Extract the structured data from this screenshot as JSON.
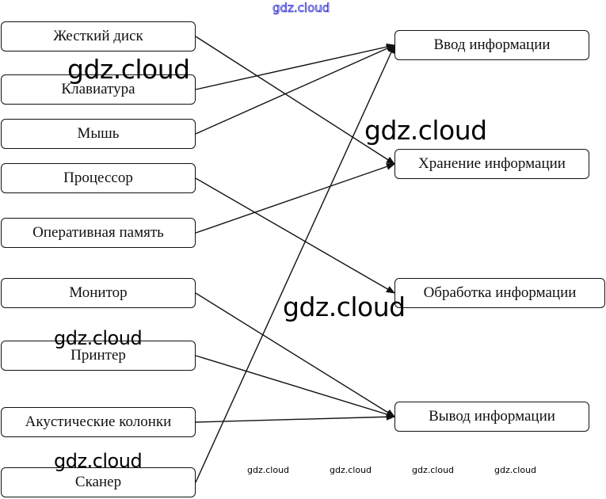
{
  "devices": [
    {
      "id": "hdd",
      "label": "Жесткий диск"
    },
    {
      "id": "keyboard",
      "label": "Клавиатура"
    },
    {
      "id": "mouse",
      "label": "Мышь"
    },
    {
      "id": "cpu",
      "label": "Процессор"
    },
    {
      "id": "ram",
      "label": "Оперативная память"
    },
    {
      "id": "monitor",
      "label": "Монитор"
    },
    {
      "id": "printer",
      "label": "Принтер"
    },
    {
      "id": "speakers",
      "label": "Акустические колонки"
    },
    {
      "id": "scanner",
      "label": "Сканер"
    }
  ],
  "functions": [
    {
      "id": "input",
      "label": "Ввод информации"
    },
    {
      "id": "storage",
      "label": "Хранение информации"
    },
    {
      "id": "processing",
      "label": "Обработка информации"
    },
    {
      "id": "output",
      "label": "Вывод информации"
    }
  ],
  "links": [
    {
      "from": "hdd",
      "to": "storage"
    },
    {
      "from": "keyboard",
      "to": "input"
    },
    {
      "from": "mouse",
      "to": "input"
    },
    {
      "from": "cpu",
      "to": "processing"
    },
    {
      "from": "ram",
      "to": "storage"
    },
    {
      "from": "monitor",
      "to": "output"
    },
    {
      "from": "printer",
      "to": "output"
    },
    {
      "from": "speakers",
      "to": "output"
    },
    {
      "from": "scanner",
      "to": "input"
    }
  ],
  "watermarks": {
    "top": "gdz.cloud",
    "big1": "gdz.cloud",
    "big2": "gdz.cloud",
    "big3": "gdz.cloud",
    "mid1": "gdz.cloud",
    "mid2": "gdz.cloud",
    "small": [
      "gdz.cloud",
      "gdz.cloud",
      "gdz.cloud",
      "gdz.cloud"
    ]
  }
}
